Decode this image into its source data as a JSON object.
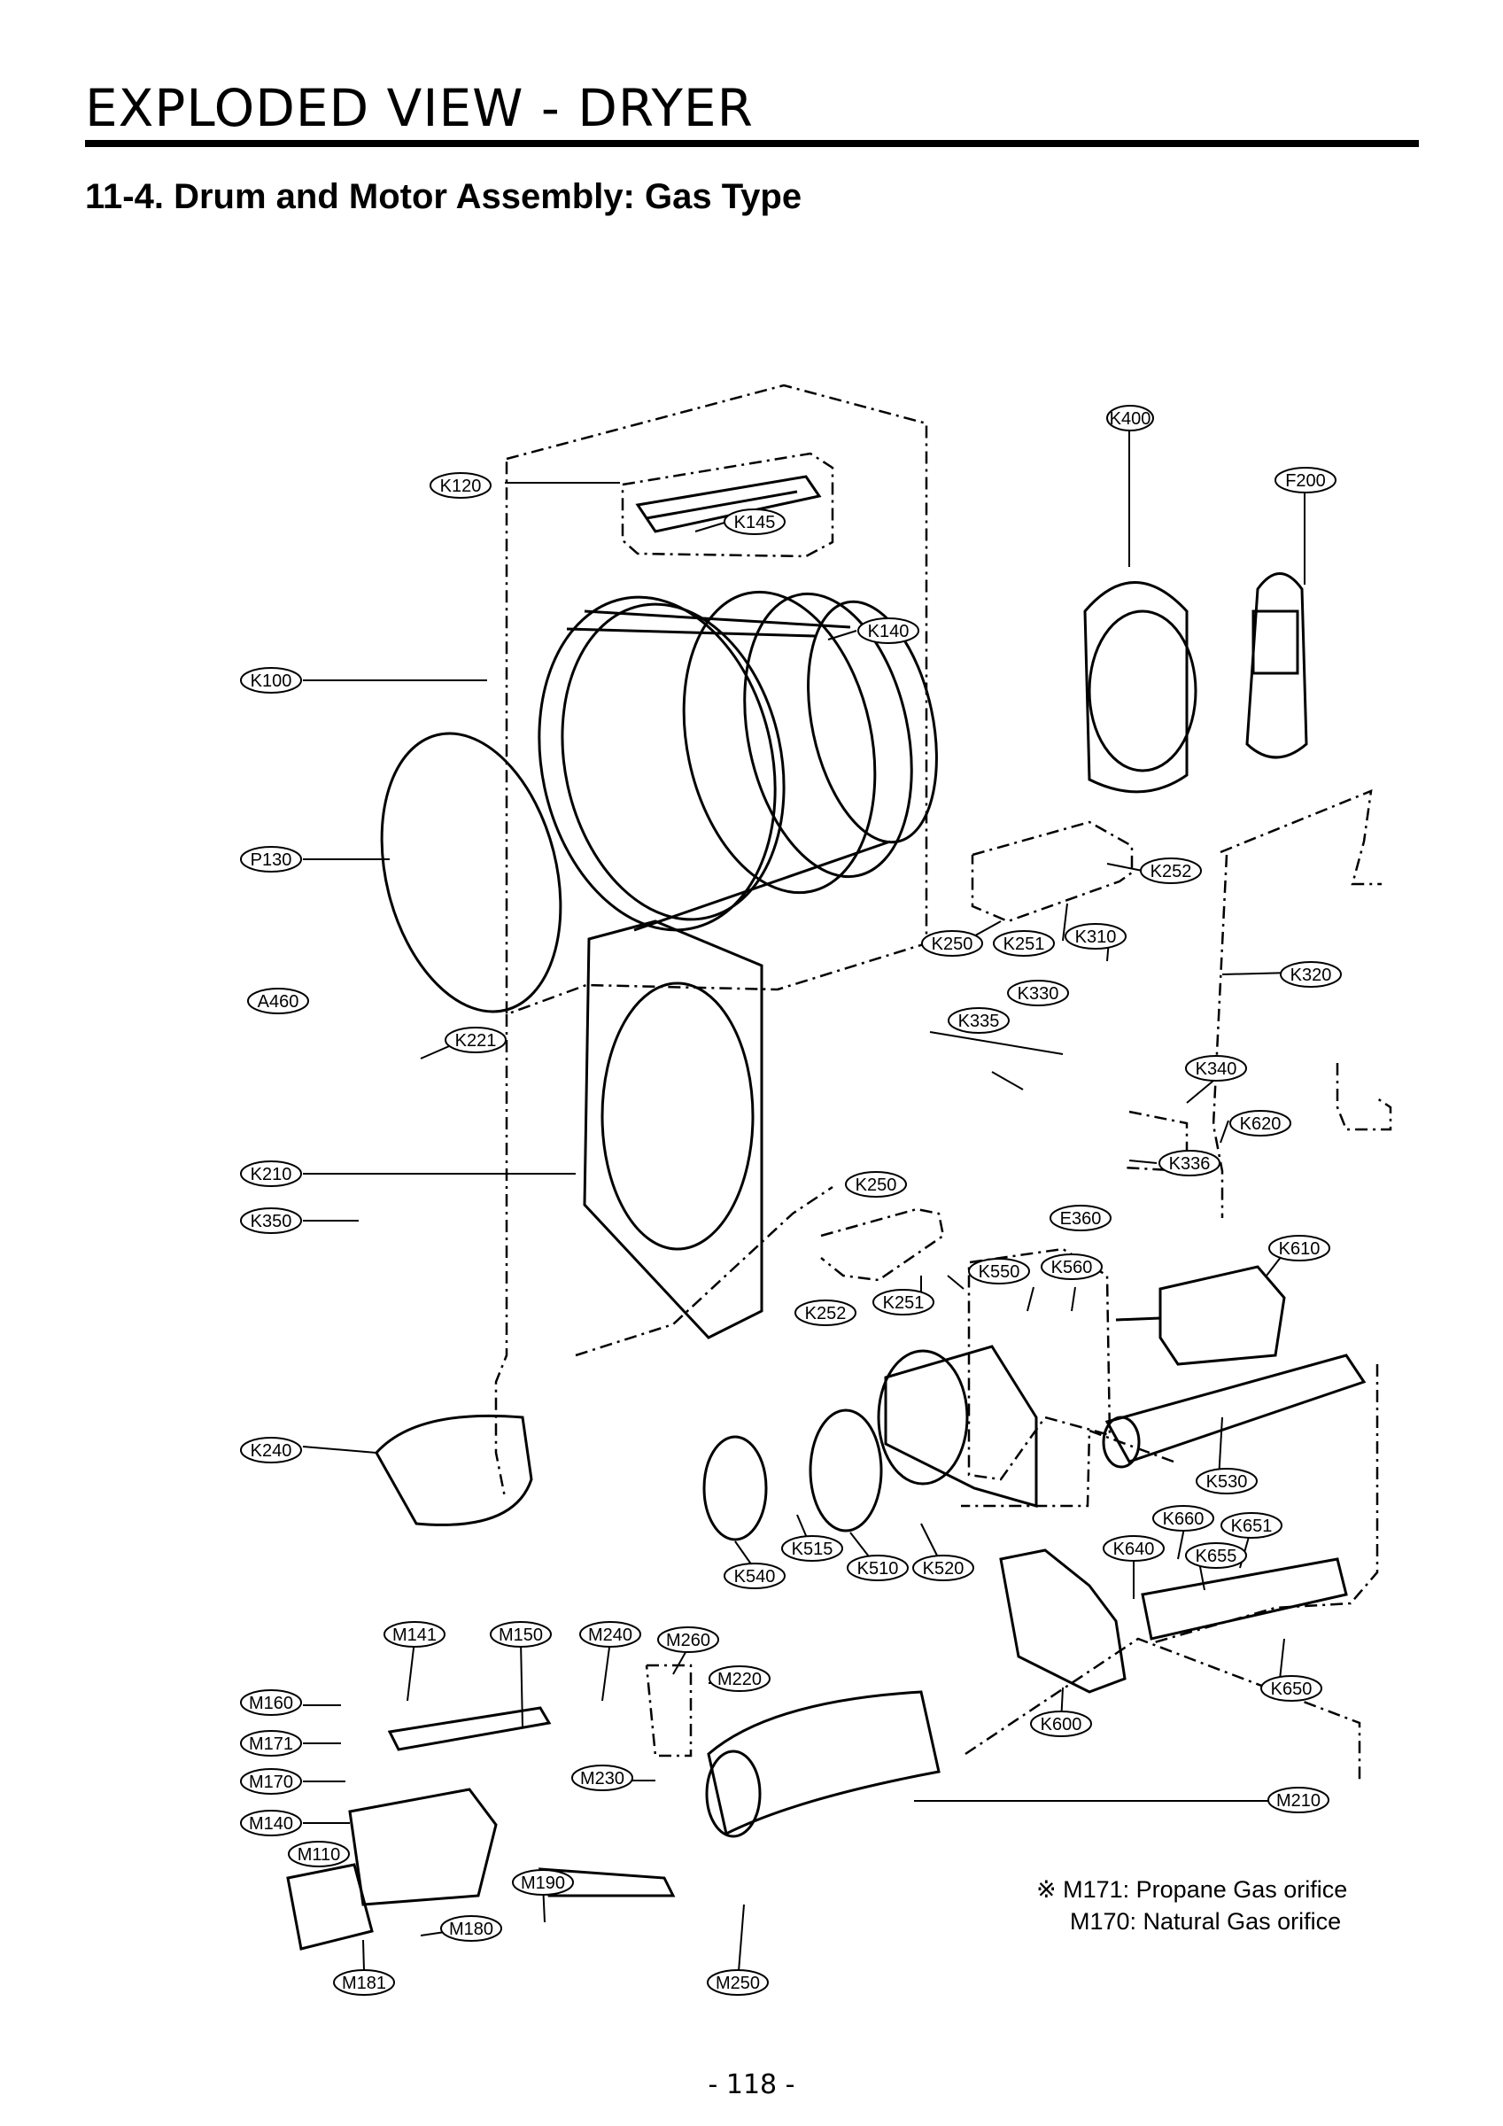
{
  "header": {
    "title": "EXPLODED VIEW - DRYER",
    "section": "11-4. Drum and Motor Assembly: Gas Type"
  },
  "callouts": [
    "K400",
    "K120",
    "F200",
    "K145",
    "K140",
    "K100",
    "P130",
    "K252",
    "K250",
    "K251",
    "K310",
    "K320",
    "A460",
    "K330",
    "K335",
    "K221",
    "K340",
    "K620",
    "K336",
    "K210",
    "K250",
    "E360",
    "K350",
    "K610",
    "K550",
    "K560",
    "K252",
    "K251",
    "K240",
    "K530",
    "K660",
    "K651",
    "K640",
    "K655",
    "K515",
    "K540",
    "K510",
    "K520",
    "M141",
    "M150",
    "M240",
    "M260",
    "M220",
    "M160",
    "K650",
    "K600",
    "M171",
    "M170",
    "M230",
    "M210",
    "M140",
    "M110",
    "M190",
    "M180",
    "M181",
    "M250"
  ],
  "notes": {
    "line1": "※ M171: Propane Gas orifice",
    "line2": "M170: Natural Gas orifice"
  },
  "footer": {
    "page_number": "- 118 -"
  }
}
